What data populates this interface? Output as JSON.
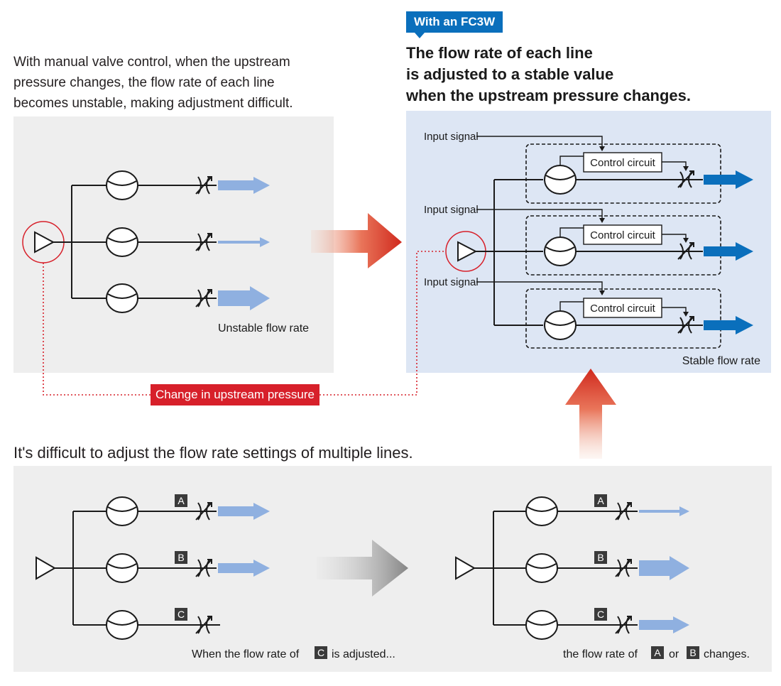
{
  "left_intro": {
    "line1": "With manual valve control, when the upstream",
    "line2": "pressure changes, the flow rate of each line",
    "line3": "becomes unstable, making adjustment difficult."
  },
  "badge": "With an FC3W",
  "headline": {
    "line1": "The flow rate of each line",
    "line2": "is adjusted to a stable value",
    "line3": "when the upstream pressure changes."
  },
  "left_panel": {
    "caption": "Unstable flow rate"
  },
  "right_panel": {
    "input_signal": [
      "Input signal",
      "Input signal",
      "Input signal"
    ],
    "control_circuit": [
      "Control circuit",
      "Control circuit",
      "Control circuit"
    ],
    "caption": "Stable flow rate"
  },
  "pressure_label": "Change in upstream pressure",
  "bottom_heading": "It's difficult to adjust the flow rate settings of multiple lines.",
  "bottom_panel": {
    "valve_tags": [
      "A",
      "B",
      "C"
    ],
    "left_caption_before": "When the flow rate of",
    "left_caption_tag": "C",
    "left_caption_after": "is adjusted...",
    "right_caption_before": "the flow rate of",
    "right_caption_tag1": "A",
    "right_caption_mid": "or",
    "right_caption_tag2": "B",
    "right_caption_after": "changes."
  },
  "colors": {
    "panel_gray": "#eeeeee",
    "panel_blue": "#dde6f4",
    "flow_light": "#8fb0e0",
    "flow_strong": "#0a6fbc",
    "alert_red": "#d7202a",
    "badge_blue": "#0a6fbc"
  }
}
